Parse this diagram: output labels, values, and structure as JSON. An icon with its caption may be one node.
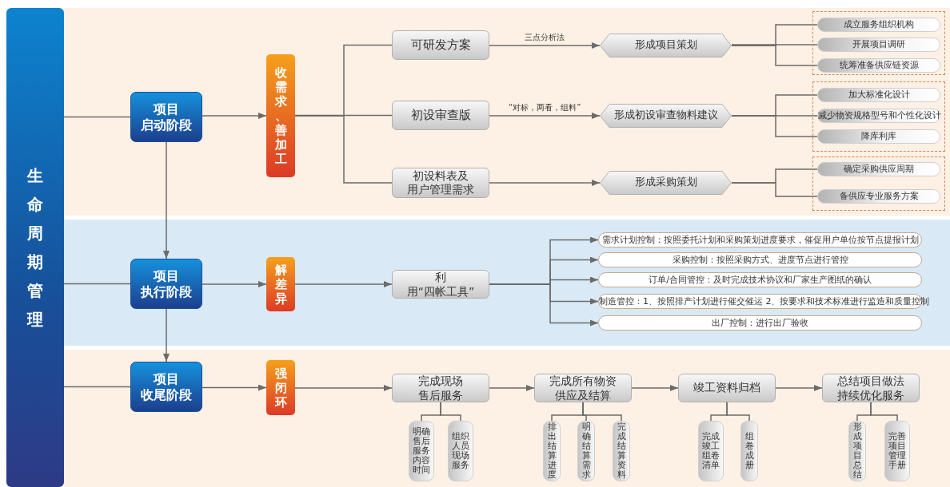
{
  "diagram": {
    "nodes": [
      {
        "text": [
          "生命周期管理"
        ]
      },
      {
        "text": [
          "项目启动阶段"
        ]
      },
      {
        "text": [
          "收需求、善加工"
        ]
      },
      {
        "text": [
          "可研发方案"
        ]
      },
      {
        "text": [
          "形成项目策划"
        ]
      },
      {
        "text": [],
        "shape": "box"
      },
      {
        "text": [
          "成立服务组织机构"
        ],
        "in": 5
      },
      {
        "text": [
          "开展项目调研"
        ],
        "in": 5
      },
      {
        "text": [
          "统筹准备供应链资源"
        ],
        "in": 5
      },
      {
        "text": [
          "初设审查版"
        ]
      },
      {
        "text": [
          "形成初设审查物料建议"
        ]
      },
      {
        "text": [],
        "shape": "box"
      },
      {
        "text": [
          "加大标准化设计"
        ],
        "in": 11
      },
      {
        "text": [
          "减少物资规格型号和个性化设计"
        ],
        "in": 11
      },
      {
        "text": [
          "降库利库"
        ],
        "in": 11
      },
      {
        "text": [
          "初设料表及用户管理需求"
        ]
      },
      {
        "text": [
          "形成采购策划"
        ]
      },
      {
        "text": [],
        "shape": "box"
      },
      {
        "text": [
          "确定采购供应周期"
        ],
        "in": 17
      },
      {
        "text": [
          "备供应专业服务方案"
        ],
        "in": 17
      },
      {
        "text": [
          "项目执行阶段"
        ]
      },
      {
        "text": [
          "解差异"
        ]
      },
      {
        "text": [
          "利用“四帐工具”"
        ]
      },
      {
        "text": [
          "需求计划控制：按照委托计划和采购策划进度要求，催促用户单位按节点提报计划"
        ]
      },
      {
        "text": [
          "采购控制：按照采购方式、进度节点进行管控"
        ]
      },
      {
        "text": [
          "订单/合同管控：及时完成技术协议和厂家生产图纸的确认"
        ]
      },
      {
        "text": [
          "制造管控：1、按照排产计划进行催交催运 2、按要求和技术标准进行监造和质量控制"
        ]
      },
      {
        "text": [
          "出厂控制：进行出厂验收"
        ]
      },
      {
        "text": [
          "项目收尾阶段"
        ]
      },
      {
        "text": [
          "强闭环"
        ]
      },
      {
        "text": [
          "完成现场售后服务"
        ]
      },
      {
        "text": [
          "明确售后服务内容时间"
        ]
      },
      {
        "text": [
          "组织人员现场服务"
        ]
      },
      {
        "text": [
          "完成所有物资供应及结算"
        ]
      },
      {
        "text": [
          "排出结算进度"
        ]
      },
      {
        "text": [
          "明确结算需求"
        ]
      },
      {
        "text": [
          "完成结算资料"
        ]
      },
      {
        "text": [
          "竣工资料归档"
        ]
      },
      {
        "text": [
          "完成竣工组卷清单"
        ]
      },
      {
        "text": [
          "组卷成册"
        ]
      },
      {
        "text": [
          "总结项目做法持续优化服务"
        ]
      },
      {
        "text": [
          "形成项目总结"
        ]
      },
      {
        "text": [
          "完善项目管理手册"
        ]
      }
    ],
    "edges": [
      {
        "from": 0,
        "to": 1,
        "arrow": "none"
      },
      {
        "from": 0,
        "to": 20,
        "arrow": "none"
      },
      {
        "from": 0,
        "to": 28,
        "arrow": "none"
      },
      {
        "from": 1,
        "to": 2,
        "arrow": "to"
      },
      {
        "from": 1,
        "to": 20,
        "arrow": "to"
      },
      {
        "from": 20,
        "to": 28,
        "arrow": "to"
      },
      {
        "from": 2,
        "to": 3,
        "arrow": "none"
      },
      {
        "from": 2,
        "to": 9,
        "arrow": "none"
      },
      {
        "from": 2,
        "to": 15,
        "arrow": "none"
      },
      {
        "from": 3,
        "to": 4,
        "arrow": "to",
        "label": "三点分析法"
      },
      {
        "from": 9,
        "to": 10,
        "arrow": "to",
        "label": "“对标，两看，组料”"
      },
      {
        "from": 15,
        "to": 16,
        "arrow": "to"
      },
      {
        "from": 4,
        "to": 6,
        "arrow": "none"
      },
      {
        "from": 4,
        "to": 7,
        "arrow": "none"
      },
      {
        "from": 4,
        "to": 8,
        "arrow": "none"
      },
      {
        "from": 10,
        "to": 12,
        "arrow": "none"
      },
      {
        "from": 10,
        "to": 13,
        "arrow": "none"
      },
      {
        "from": 10,
        "to": 14,
        "arrow": "none"
      },
      {
        "from": 16,
        "to": 18,
        "arrow": "none"
      },
      {
        "from": 16,
        "to": 19,
        "arrow": "none"
      },
      {
        "from": 20,
        "to": 21,
        "arrow": "to"
      },
      {
        "from": 21,
        "to": 22,
        "arrow": "to"
      },
      {
        "from": 22,
        "to": 23,
        "arrow": "to"
      },
      {
        "from": 22,
        "to": 24,
        "arrow": "to"
      },
      {
        "from": 22,
        "to": 25,
        "arrow": "to"
      },
      {
        "from": 22,
        "to": 26,
        "arrow": "to"
      },
      {
        "from": 22,
        "to": 27,
        "arrow": "to"
      },
      {
        "from": 28,
        "to": 29,
        "arrow": "to"
      },
      {
        "from": 29,
        "to": 30,
        "arrow": "to"
      },
      {
        "from": 30,
        "to": 33,
        "arrow": "to"
      },
      {
        "from": 33,
        "to": 37,
        "arrow": "to"
      },
      {
        "from": 37,
        "to": 40,
        "arrow": "to"
      },
      {
        "from": 30,
        "to": 31,
        "arrow": "none"
      },
      {
        "from": 30,
        "to": 32,
        "arrow": "none"
      },
      {
        "from": 33,
        "to": 34,
        "arrow": "none"
      },
      {
        "from": 33,
        "to": 35,
        "arrow": "none"
      },
      {
        "from": 33,
        "to": 36,
        "arrow": "none"
      },
      {
        "from": 37,
        "to": 38,
        "arrow": "none"
      },
      {
        "from": 37,
        "to": 39,
        "arrow": "none"
      },
      {
        "from": 40,
        "to": 41,
        "arrow": "none"
      },
      {
        "from": 40,
        "to": 42,
        "arrow": "none"
      }
    ]
  }
}
